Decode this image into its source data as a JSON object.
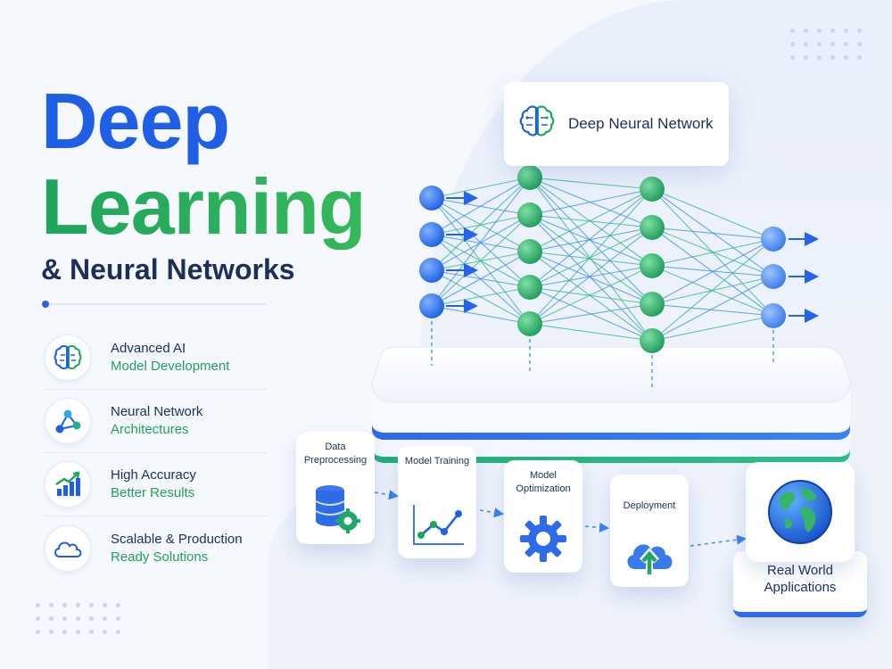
{
  "hero": {
    "line1": "Deep",
    "line2": "Learning",
    "line3": "& Neural Networks"
  },
  "features": [
    {
      "line1": "Advanced AI",
      "line2": "Model Development",
      "icon": "brain-icon"
    },
    {
      "line1": "Neural Network",
      "line2": "Architectures",
      "icon": "network-icon"
    },
    {
      "line1": "High Accuracy",
      "line2": "Better Results",
      "icon": "growth-chart-icon"
    },
    {
      "line1": "Scalable & Production",
      "line2": "Ready Solutions",
      "icon": "cloud-icon"
    }
  ],
  "network_card": {
    "label": "Deep Neural Network",
    "icon": "brain-icon"
  },
  "pipeline": [
    {
      "label": "Data Preprocessing",
      "icon": "database-gear-icon"
    },
    {
      "label": "Model Training",
      "icon": "line-chart-icon"
    },
    {
      "label": "Model Optimization",
      "icon": "gear-icon"
    },
    {
      "label": "Deployment",
      "icon": "cloud-upload-icon"
    }
  ],
  "applications": {
    "label": "Real World Applications",
    "icon": "globe-icon"
  },
  "colors": {
    "blue": "#1e5fe6",
    "green": "#1ea65a",
    "navy": "#1d2e5a"
  }
}
